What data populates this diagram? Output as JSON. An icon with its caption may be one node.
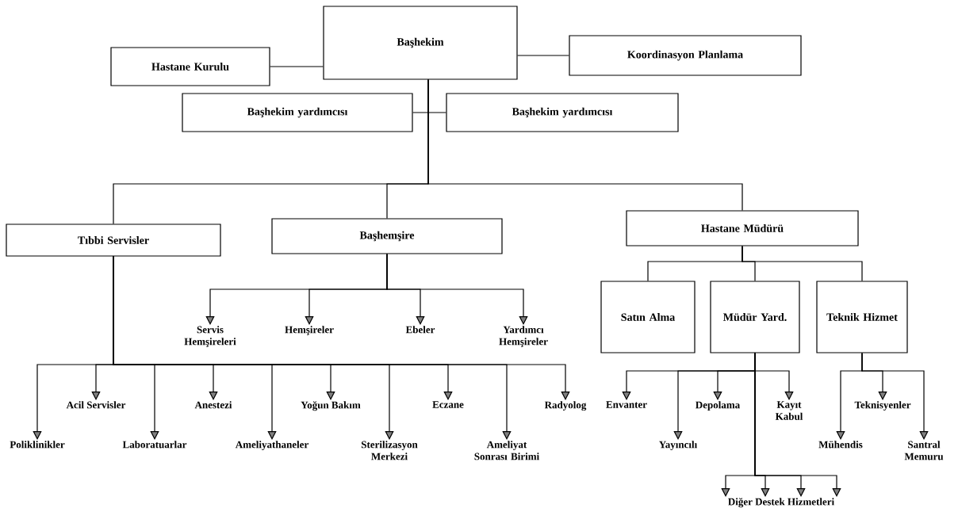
{
  "diagram": {
    "nodes": [
      {
        "text": [
          "Başhekim"
        ]
      },
      {
        "text": [
          "Hastane Kurulu"
        ]
      },
      {
        "text": [
          "Koordinasyon Planlama"
        ]
      },
      {
        "text": [
          "Başhekim yardımcısı"
        ]
      },
      {
        "text": [
          "Başhekim yardımcısı"
        ]
      },
      {
        "text": [
          "Tıbbi Servisler"
        ]
      },
      {
        "text": [
          "Başhemşire"
        ]
      },
      {
        "text": [
          "Hastane Müdürü"
        ]
      },
      {
        "text": [
          "Satın Alma"
        ]
      },
      {
        "text": [
          "Müdür Yard."
        ]
      },
      {
        "text": [
          "Teknik Hizmet"
        ]
      },
      {
        "text": [
          "Servis Hemşireleri"
        ]
      },
      {
        "text": [
          "Hemşireler"
        ]
      },
      {
        "text": [
          "Ebeler"
        ]
      },
      {
        "text": [
          "Yardımcı Hemşireler"
        ]
      },
      {
        "text": [
          "Poliklinikler"
        ]
      },
      {
        "text": [
          "Acil Servisler"
        ]
      },
      {
        "text": [
          "Laboratuarlar"
        ]
      },
      {
        "text": [
          "Anestezi"
        ]
      },
      {
        "text": [
          "Ameliyathaneler"
        ]
      },
      {
        "text": [
          "Yoğun Bakım"
        ]
      },
      {
        "text": [
          "Sterilizasyon Merkezi"
        ]
      },
      {
        "text": [
          "Eczane"
        ]
      },
      {
        "text": [
          "Ameliyat Sonrası Birimi"
        ]
      },
      {
        "text": [
          "Radyolog"
        ]
      },
      {
        "text": [
          "Envanter"
        ]
      },
      {
        "text": [
          "Yayıncılı"
        ]
      },
      {
        "text": [
          "Depolama"
        ]
      },
      {
        "text": [
          "Kayıt Kabul"
        ]
      },
      {
        "text": [
          "Mühendis"
        ]
      },
      {
        "text": [
          "Teknisyenler"
        ]
      },
      {
        "text": [
          "Santral Memuru"
        ]
      },
      {
        "text": [
          "Diğer Destek Hizmetleri"
        ]
      }
    ],
    "edges": [
      {
        "from": 0,
        "to": 1,
        "arrow": "none"
      },
      {
        "from": 0,
        "to": 2,
        "arrow": "none"
      },
      {
        "from": 0,
        "to": 3,
        "arrow": "none"
      },
      {
        "from": 0,
        "to": 4,
        "arrow": "none"
      },
      {
        "from": 0,
        "to": 5,
        "arrow": "none"
      },
      {
        "from": 0,
        "to": 6,
        "arrow": "none"
      },
      {
        "from": 0,
        "to": 7,
        "arrow": "none"
      },
      {
        "from": 7,
        "to": 8,
        "arrow": "none"
      },
      {
        "from": 7,
        "to": 9,
        "arrow": "none"
      },
      {
        "from": 7,
        "to": 10,
        "arrow": "none"
      },
      {
        "from": 6,
        "to": 11,
        "arrow": "to"
      },
      {
        "from": 6,
        "to": 12,
        "arrow": "to"
      },
      {
        "from": 6,
        "to": 13,
        "arrow": "to"
      },
      {
        "from": 6,
        "to": 14,
        "arrow": "to"
      },
      {
        "from": 5,
        "to": 15,
        "arrow": "to"
      },
      {
        "from": 5,
        "to": 16,
        "arrow": "to"
      },
      {
        "from": 5,
        "to": 17,
        "arrow": "to"
      },
      {
        "from": 5,
        "to": 18,
        "arrow": "to"
      },
      {
        "from": 5,
        "to": 19,
        "arrow": "to"
      },
      {
        "from": 5,
        "to": 20,
        "arrow": "to"
      },
      {
        "from": 5,
        "to": 21,
        "arrow": "to"
      },
      {
        "from": 5,
        "to": 22,
        "arrow": "to"
      },
      {
        "from": 5,
        "to": 23,
        "arrow": "to"
      },
      {
        "from": 5,
        "to": 24,
        "arrow": "to"
      },
      {
        "from": 9,
        "to": 25,
        "arrow": "to"
      },
      {
        "from": 9,
        "to": 26,
        "arrow": "to"
      },
      {
        "from": 9,
        "to": 27,
        "arrow": "to"
      },
      {
        "from": 9,
        "to": 28,
        "arrow": "to"
      },
      {
        "from": 10,
        "to": 29,
        "arrow": "to"
      },
      {
        "from": 10,
        "to": 30,
        "arrow": "to"
      },
      {
        "from": 10,
        "to": 31,
        "arrow": "to"
      },
      {
        "from": 9,
        "to": 32,
        "arrow": "to"
      },
      {
        "from": 9,
        "to": 32,
        "arrow": "to"
      },
      {
        "from": 9,
        "to": 32,
        "arrow": "to"
      },
      {
        "from": 9,
        "to": 32,
        "arrow": "to"
      }
    ]
  }
}
